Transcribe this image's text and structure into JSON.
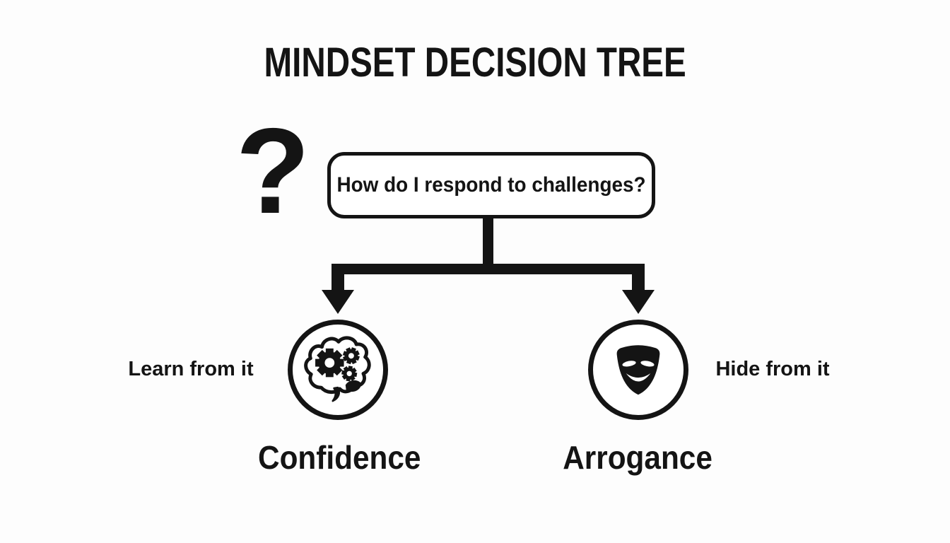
{
  "page": {
    "background": "#fdfdfd",
    "ink": "#141414"
  },
  "header": {
    "title": "MINDSET DECISION TREE"
  },
  "decision": {
    "question_mark": "?",
    "question": "How do I respond to challenges?"
  },
  "branches": {
    "left": {
      "icon": "brain-gears-icon",
      "side_label": "Learn from it",
      "outcome": "Confidence"
    },
    "right": {
      "icon": "theater-mask-icon",
      "side_label": "Hide from it",
      "outcome": "Arrogance"
    }
  }
}
